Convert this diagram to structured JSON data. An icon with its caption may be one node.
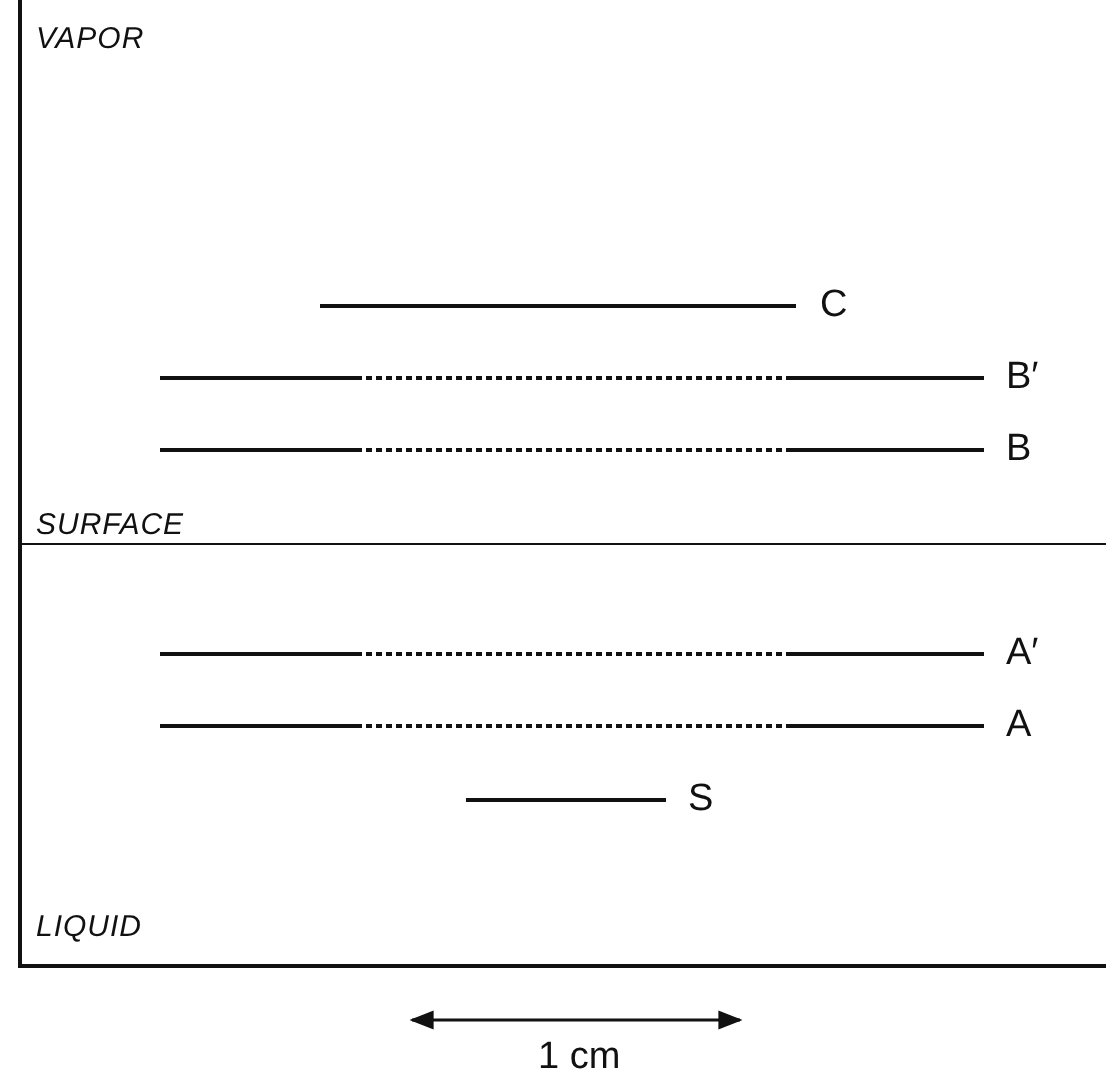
{
  "diagram": {
    "labels": [
      "VAPOR",
      "C",
      "B′",
      "B",
      "SURFACE",
      "A′",
      "A",
      "S",
      "LIQUID",
      "1 cm"
    ]
  }
}
